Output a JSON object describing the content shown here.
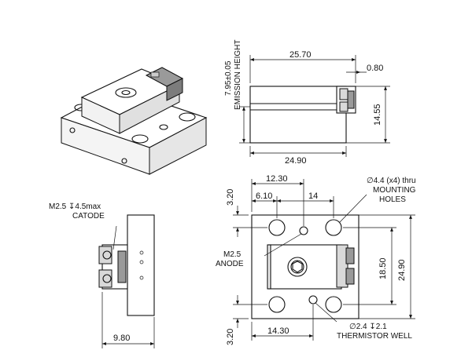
{
  "dimensions": {
    "emission_height": "7.95±0.05",
    "emission_height_label": "EMISSION HEIGHT",
    "width_top": "25.70",
    "offset_right": "0.80",
    "height_side": "14.55",
    "width_bottom": "24.90",
    "hole_x1": "12.30",
    "hole_x2": "6.10",
    "hole_x3": "14",
    "edge_top": "3.20",
    "depth_inner": "18.50",
    "depth_total": "24.90",
    "edge_bottom": "3.20",
    "thermistor_x": "14.30",
    "side_width": "9.80"
  },
  "callouts": {
    "mounting_holes_line1": "∅4.4 (x4) thru",
    "mounting_holes_line2": "MOUNTING",
    "mounting_holes_line3": "HOLES",
    "cathode_line1": "M2.5 ↧4.5max",
    "cathode_line2": "CATODE",
    "anode_line1": "M2.5",
    "anode_line2": "ANODE",
    "thermistor_line1": "∅2.4 ↧2.1",
    "thermistor_line2": "THERMISTOR WELL"
  }
}
